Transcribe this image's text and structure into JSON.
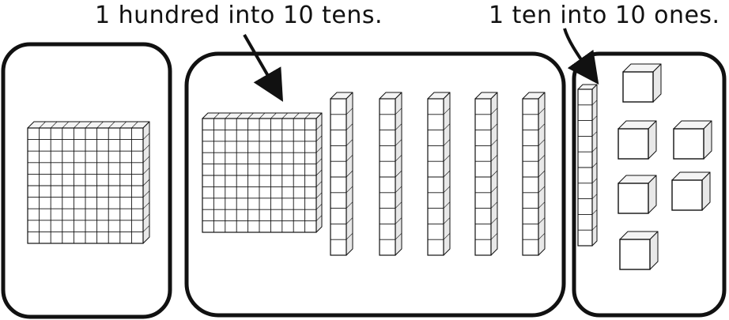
{
  "captions": {
    "hundred_to_tens": "1 hundred into 10 tens.",
    "ten_to_ones": "1 ten into 10 ones."
  },
  "colors": {
    "ink": "#111111",
    "block_face": "#ffffff",
    "block_side": "#e8e8e8",
    "block_top": "#f4f4f4"
  },
  "panels": [
    {
      "name": "hundreds-panel",
      "contents": {
        "flats": 1
      }
    },
    {
      "name": "tens-panel",
      "contents": {
        "flats": 1,
        "rods": 5
      }
    },
    {
      "name": "ones-panel",
      "contents": {
        "rods": 1,
        "units": 6
      }
    }
  ],
  "arrows": [
    {
      "name": "hundred-arrow",
      "points_to": "tens-panel"
    },
    {
      "name": "ten-arrow",
      "points_to": "ones-panel"
    }
  ]
}
